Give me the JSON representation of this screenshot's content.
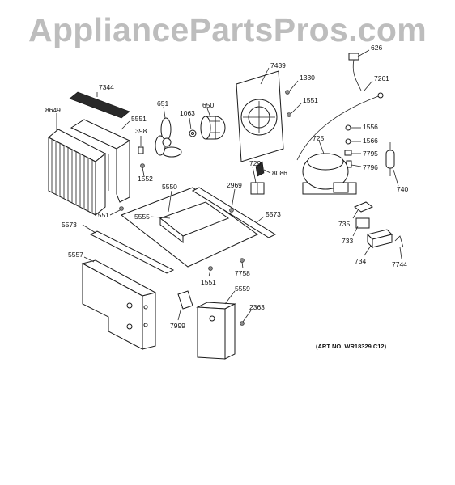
{
  "watermark": {
    "text": "AppliancePartsPros.com"
  },
  "art_number": "(ART NO. WR18329 C12)",
  "labels": {
    "p7344": "7344",
    "p8649": "8649",
    "p5551a": "5551",
    "p398": "398",
    "p1552": "1552",
    "p651": "651",
    "p1063": "1063",
    "p650": "650",
    "p7439": "7439",
    "p1330": "1330",
    "p1551a": "1551",
    "p626": "626",
    "p7261": "7261",
    "p1556": "1556",
    "p1566": "1566",
    "p7795": "7795",
    "p7796": "7796",
    "p725": "725",
    "p740": "740",
    "p729": "729",
    "p8086": "8086",
    "p2969": "2969",
    "p5550": "5550",
    "p5555": "5555",
    "p5573a": "5573",
    "p5573b": "5573",
    "p1551b": "1551",
    "p735": "735",
    "p733": "733",
    "p734": "734",
    "p7744": "7744",
    "p7758": "7758",
    "p1551c": "1551",
    "p5559": "5559",
    "p5557": "5557",
    "p7999": "7999",
    "p2363": "2363"
  },
  "colors": {
    "line": "#222222",
    "watermark": "#bdbdbd",
    "background": "#ffffff"
  }
}
